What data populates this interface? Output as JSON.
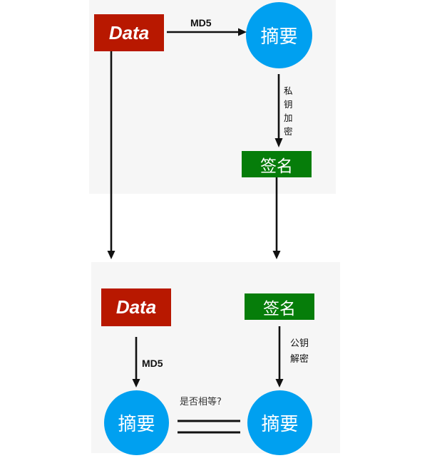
{
  "diagram": {
    "title": "Digital Signature Sign and Verify Flow",
    "colors": {
      "panel_background": "#f6f6f6",
      "canvas_background": "#ffffff",
      "data_box": "#b81800",
      "signature_box": "#067d0a",
      "digest_circle": "#00a0f0",
      "arrow": "#111111",
      "text_on_shape": "#ffffff"
    },
    "top_panel": {
      "data_box_label": "Data",
      "digest_circle_label": "摘要",
      "signature_box_label": "签名",
      "md5_arrow_label": "MD5",
      "private_key_label": "私\n钥\n加\n密"
    },
    "bottom_panel": {
      "data_box_label": "Data",
      "signature_box_label": "签名",
      "md5_arrow_label": "MD5",
      "public_key_label": "公钥\n解密",
      "digest_left_label": "摘要",
      "digest_right_label": "摘要",
      "compare_label": "是否相等?",
      "compare_symbol": "="
    }
  }
}
